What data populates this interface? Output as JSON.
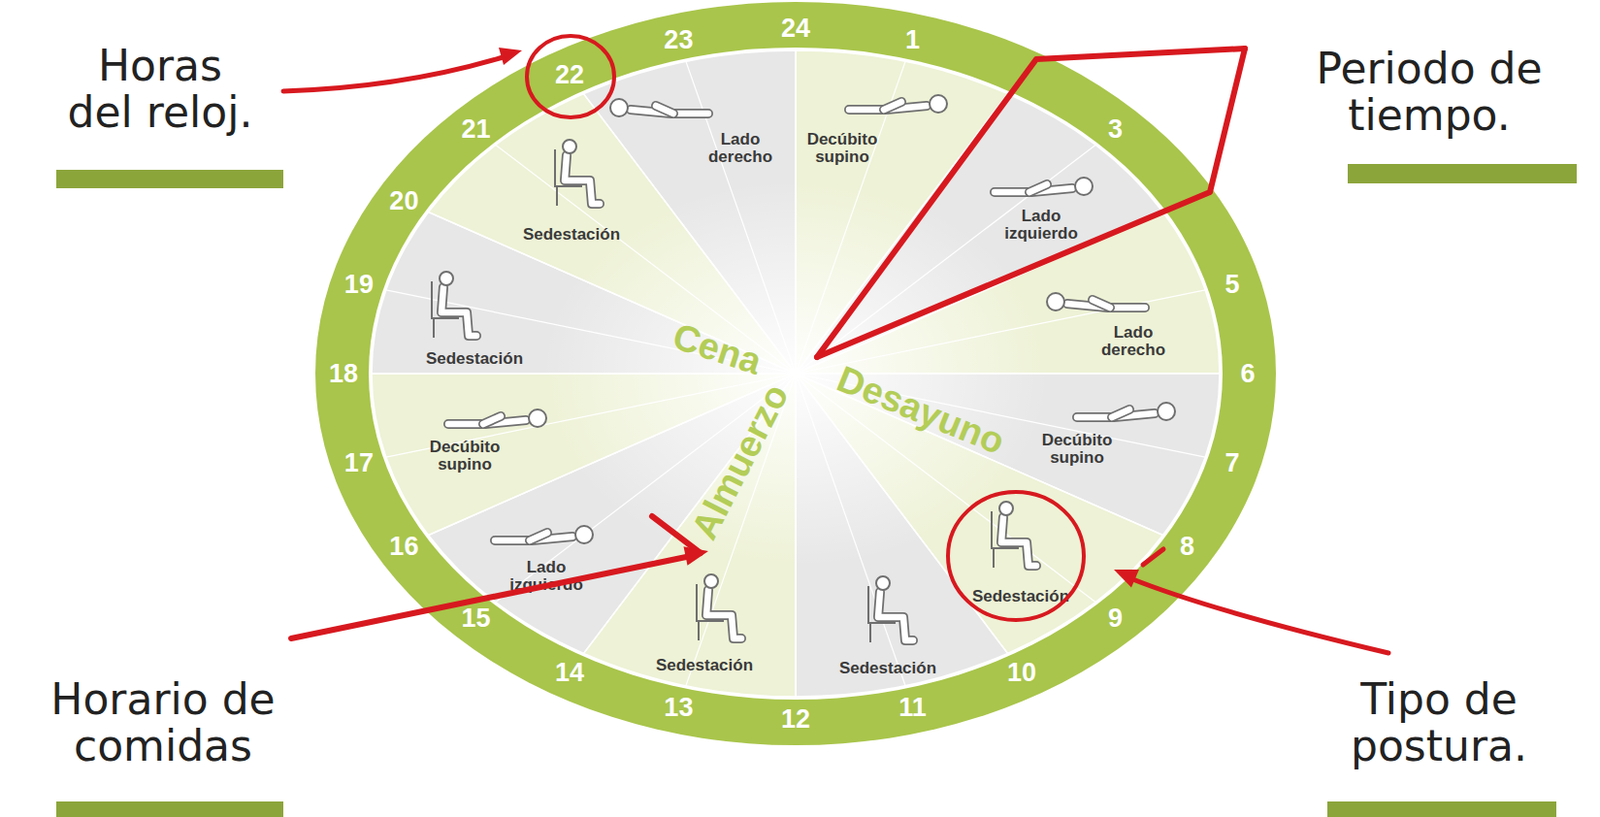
{
  "diagram": {
    "labels": [
      "Horas del reloj.",
      "Periodo de tiempo.",
      "Horario de comidas",
      "Tipo de postura.",
      "1",
      "3",
      "5",
      "6",
      "7",
      "8",
      "9",
      "10",
      "11",
      "12",
      "13",
      "14",
      "15",
      "16",
      "17",
      "18",
      "19",
      "20",
      "21",
      "22",
      "23",
      "24",
      "Lado derecho",
      "Decúbito supino",
      "Lado izquierdo",
      "Lado derecho",
      "Decúbito supino",
      "Sedestación",
      "Sedestación",
      "Sedestación",
      "Lado izquierdo",
      "Decúbito supino",
      "Sedestación",
      "Sedestación",
      "Cena",
      "Desayuno",
      "Almuerzo"
    ]
  }
}
